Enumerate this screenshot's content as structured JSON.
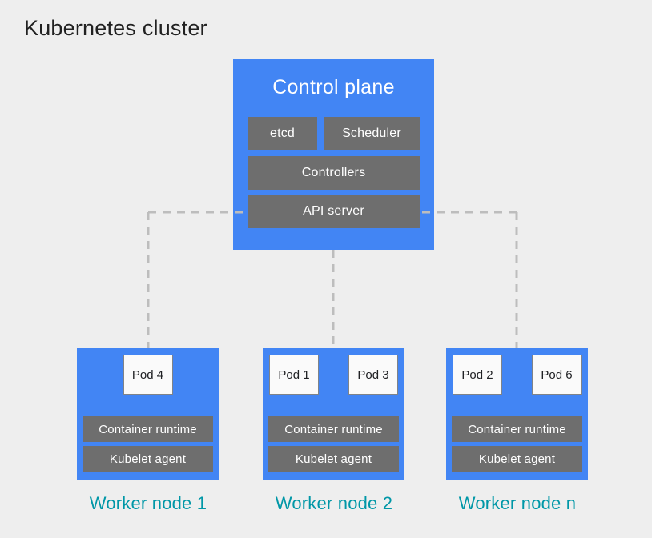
{
  "page": {
    "title": "Kubernetes cluster"
  },
  "colors": {
    "background": "#EEEEEE",
    "node_blue": "#4285F4",
    "component_gray": "#6E6E6E",
    "pod_background": "#FAFAFA",
    "pod_border": "#7F8388",
    "connector_gray": "#BDBDBD",
    "worker_label_teal": "#0097A7",
    "title_text": "#212121",
    "component_text": "#FFFFFF"
  },
  "control_plane": {
    "title": "Control plane",
    "components": {
      "etcd": "etcd",
      "scheduler": "Scheduler",
      "controllers": "Controllers",
      "api_server": "API server"
    }
  },
  "workers": [
    {
      "label": "Worker node 1",
      "pods": [
        "Pod 4"
      ],
      "container_runtime": "Container runtime",
      "kubelet_agent": "Kubelet agent"
    },
    {
      "label": "Worker node 2",
      "pods": [
        "Pod 1",
        "Pod 3"
      ],
      "container_runtime": "Container runtime",
      "kubelet_agent": "Kubelet agent"
    },
    {
      "label": "Worker node n",
      "pods": [
        "Pod 2",
        "Pod 6"
      ],
      "container_runtime": "Container runtime",
      "kubelet_agent": "Kubelet agent"
    }
  ]
}
